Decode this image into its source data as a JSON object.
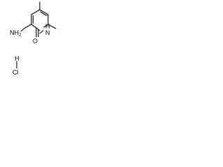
{
  "structure": {
    "atoms": {
      "amine": "NH",
      "amine_subscript": "2",
      "ring_nitrogen_h": "H",
      "ring_nitrogen": "N",
      "carbonyl_oxygen": "O",
      "hydrogen": "H",
      "chlorine": "Cl"
    },
    "colors": {
      "ink": "#000000",
      "background": "#ffffff"
    }
  }
}
